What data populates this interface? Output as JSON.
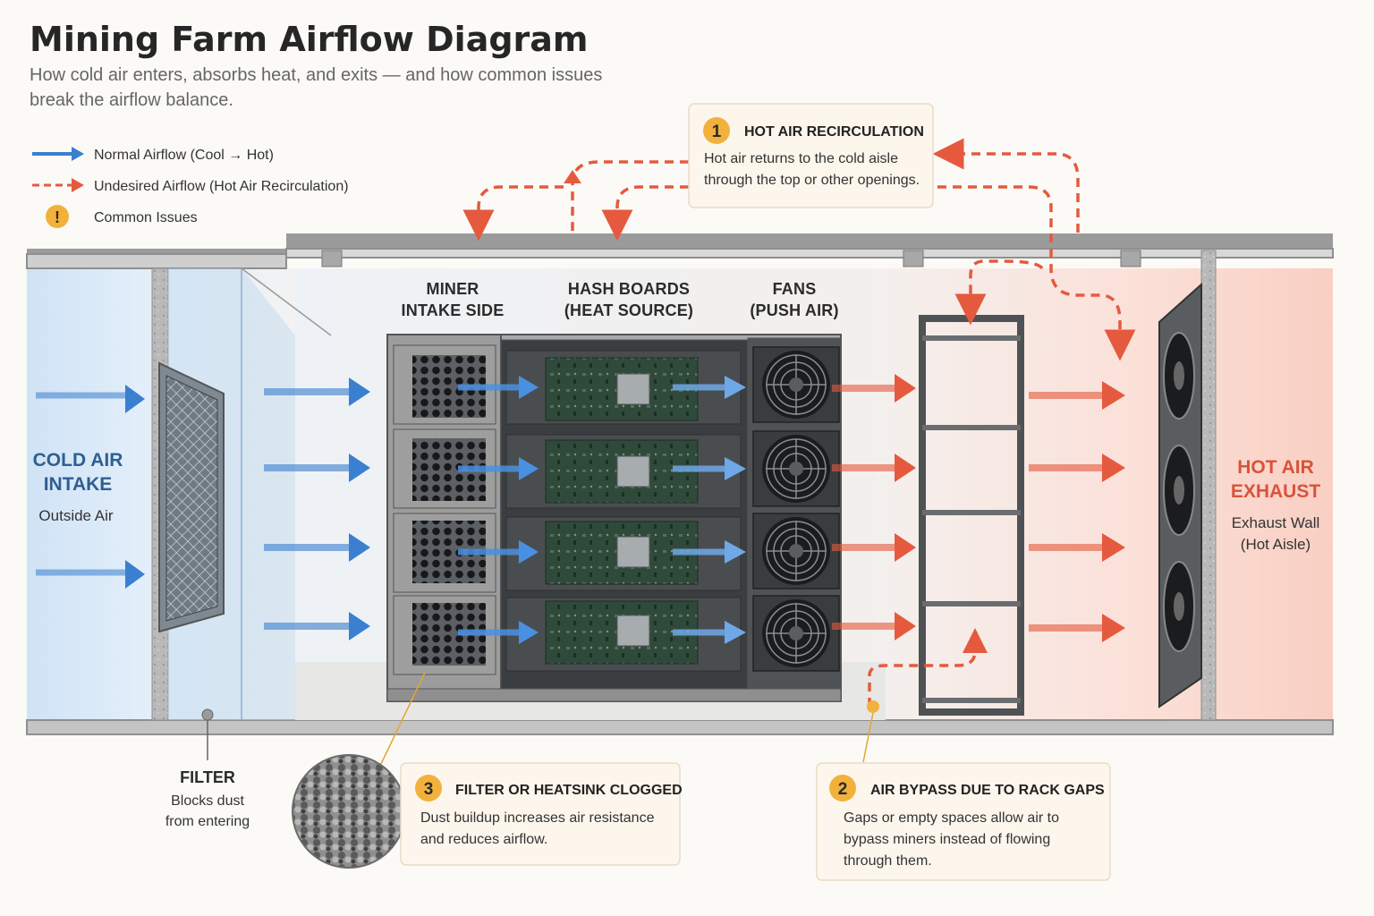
{
  "title": "Mining Farm Airflow Diagram",
  "subtitle": [
    "How cold air enters, absorbs heat, and exits — and how common issues",
    "break the airflow balance."
  ],
  "legend": {
    "normal": "Normal Airflow (Cool → Hot)",
    "undesired": "Undesired Airflow (Hot Air Recirculation)",
    "issues": "Common Issues",
    "issue_symbol": "!"
  },
  "columns": {
    "intake": [
      "MINER",
      "INTAKE SIDE"
    ],
    "hash": [
      "HASH BOARDS",
      "(HEAT SOURCE)"
    ],
    "fans": [
      "FANS",
      "(PUSH AIR)"
    ]
  },
  "cold_zone": {
    "title": [
      "COLD AIR",
      "INTAKE"
    ],
    "sub": "Outside Air"
  },
  "hot_zone": {
    "title": [
      "HOT AIR",
      "EXHAUST"
    ],
    "sub": [
      "Exhaust Wall",
      "(Hot Aisle)"
    ]
  },
  "filter": {
    "title": "FILTER",
    "sub": [
      "Blocks dust",
      "from entering"
    ]
  },
  "issues": [
    {
      "num": "1",
      "title": "HOT AIR RECIRCULATION",
      "body": [
        "Hot air returns to the cold aisle",
        "through the top or other openings."
      ]
    },
    {
      "num": "2",
      "title": "AIR BYPASS DUE TO RACK GAPS",
      "body": [
        "Gaps or empty spaces allow air to",
        "bypass miners instead of flowing",
        "through them."
      ]
    },
    {
      "num": "3",
      "title": "FILTER OR HEATSINK CLOGGED",
      "body": [
        "Dust buildup increases air resistance",
        "and reduces airflow."
      ]
    }
  ],
  "colors": {
    "cold": "#3b7fd0",
    "hot": "#e55a3e",
    "badge": "#f2b13c",
    "frame": "#8f8f8f"
  }
}
